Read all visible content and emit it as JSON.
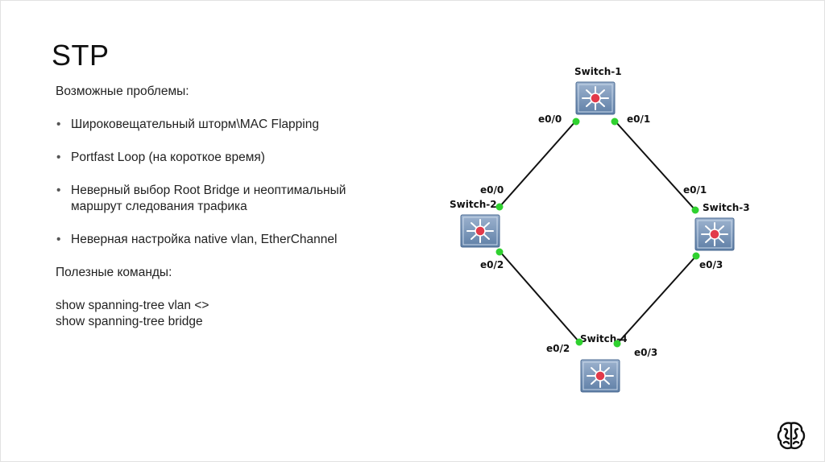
{
  "slide": {
    "title": "STP",
    "intro": "Возможные проблемы:",
    "problems": [
      "Широковещательный шторм\\MAC Flapping",
      "Portfast Loop (на короткое время)",
      "Неверный выбор Root Bridge и неоптимальный маршрут следования трафика",
      "Неверная настройка native vlan, EtherChannel"
    ],
    "commands_heading": "Полезные команды:",
    "commands": [
      "show spanning-tree vlan <>",
      "show spanning-tree bridge"
    ]
  },
  "diagram": {
    "switches": [
      "Switch-1",
      "Switch-2",
      "Switch-3",
      "Switch-4"
    ],
    "ports": {
      "sw1_left": "e0/0",
      "sw1_right": "e0/1",
      "sw2_top": "e0/0",
      "sw2_bottom": "e0/2",
      "sw3_top": "e0/1",
      "sw3_bottom": "e0/3",
      "sw4_left": "e0/2",
      "sw4_right": "e0/3"
    },
    "colors": {
      "link": "#111111",
      "port_up": "#2fd12f",
      "switch_body": "#6b8cb4",
      "switch_core": "#e23a4a"
    }
  },
  "brand": {
    "logo_icon": "brain-icon"
  }
}
